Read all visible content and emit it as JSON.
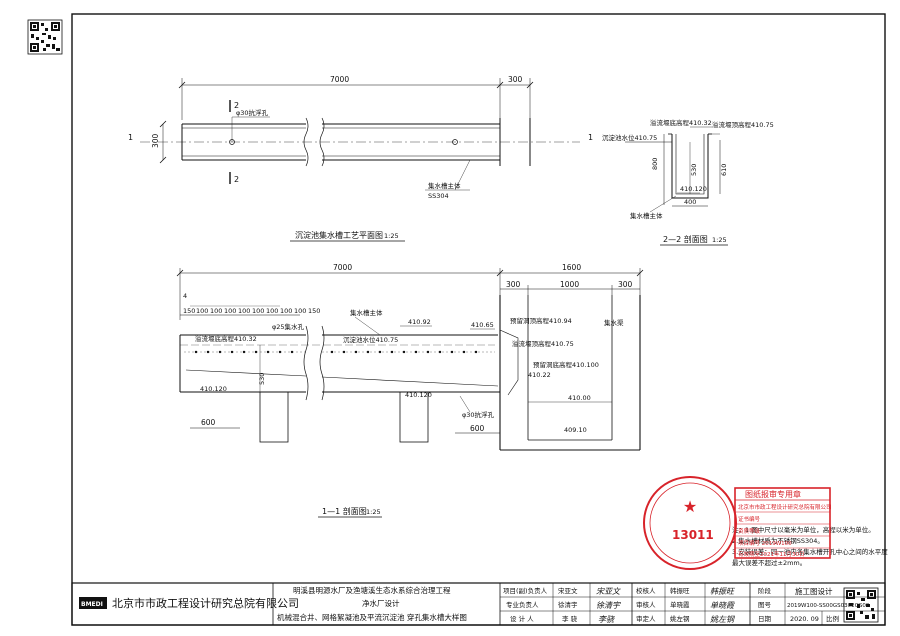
{
  "plan": {
    "title": "沉淀池集水槽工艺平面图",
    "scale": "1:25",
    "dim_total": "7000",
    "dim_end": "300",
    "dim_width": "300",
    "section_mark_1": "1",
    "section_mark_2": "2",
    "hole_label": "φ30抗浮孔",
    "body_label": "集水槽主体",
    "material": "SS304"
  },
  "side22": {
    "title": "2—2 剖面图",
    "scale": "1:25",
    "overflow_level": "溢流堰顶高程410.75",
    "bottom_level": "溢流堰底高程410.32",
    "water_level": "沉淀池水位410.75",
    "dim_800": "800",
    "dim_610": "610",
    "dim_530": "530",
    "level_410120": "410.120",
    "dim_400": "400",
    "body_label": "集水槽主体"
  },
  "section11": {
    "title": "1—1 剖面图",
    "scale": "1:25",
    "dim_total": "7000",
    "dim_right": "1600",
    "dim_300a": "300",
    "dim_1000": "1000",
    "dim_300b": "300",
    "spacing": [
      "150",
      "100",
      "100",
      "100",
      "100",
      "100",
      "100",
      "100",
      "100",
      "150"
    ],
    "hole_label": "φ25集水孔",
    "body_label": "集水槽主体",
    "bottom_level": "溢流堰底高程410.32",
    "water_level": "沉淀池水位410.75",
    "lvl_41092": "410.92",
    "lvl_41065": "410.65",
    "pre_top": "预留洞顶高程410.94",
    "collect": "集水渠",
    "overflow_top": "溢流堰顶高程410.75",
    "pre_bottom": "预留洞底高程410.100",
    "lvl_41022": "410.22",
    "lvl_410120a": "410.120",
    "lvl_410120b": "410.120",
    "lvl_41000": "410.00",
    "lvl_40910": "409.10",
    "dim_530": "530",
    "dim_600a": "600",
    "dim_600b": "600",
    "float_hole": "φ30抗浮孔",
    "mark_4": "4"
  },
  "notes": [
    "注：1.图中尺寸以毫米为单位，高程以米为单位。",
    "2.集水槽材质为不锈钢SS304。",
    "3.安装误差：同一池内各集水槽开孔中心之间的水平度",
    "最大误差不超过±2mm。"
  ],
  "stamp": {
    "seal_text": "图纸报审专用章",
    "seal_number": "13011",
    "seal_rows": [
      "北京市市政工程设计研究总院有限公司",
      "证书编号",
      "资质等级",
      "项目编号 2019W100",
      "有效期至2021年11月30日"
    ]
  },
  "title_block": {
    "company": "北京市市政工程设计研究总院有限公司",
    "project_line1": "明溪县明源水厂及渔塘溪生态水系综合治理工程",
    "project_line2": "净水厂设计",
    "drawing_name": "机械混合井、网格絮凝池及平流沉淀池 穿孔集水槽大样图",
    "roles_left": [
      {
        "role": "项目(副)负责人",
        "name": "宋亚文",
        "sign": "宋亚文"
      },
      {
        "role": "专业负责人",
        "name": "徐清宇",
        "sign": "徐清宇"
      },
      {
        "role": "设 计 人",
        "name": "李 骁",
        "sign": "李骁"
      }
    ],
    "roles_right": [
      {
        "role": "校核人",
        "name": "韩振旺",
        "sign": "韩振旺"
      },
      {
        "role": "审核人",
        "name": "单晓霞",
        "sign": "单晓霞"
      },
      {
        "role": "审定人",
        "name": "姚左钢",
        "sign": "姚左钢"
      }
    ],
    "stage_label": "阶段",
    "stage": "施工图设计",
    "number_label": "图号",
    "number": "2019W100-SS00GS0302GS09",
    "date_label": "日期",
    "date": "2020. 09",
    "ratio_label": "比例",
    "ratio": ""
  }
}
